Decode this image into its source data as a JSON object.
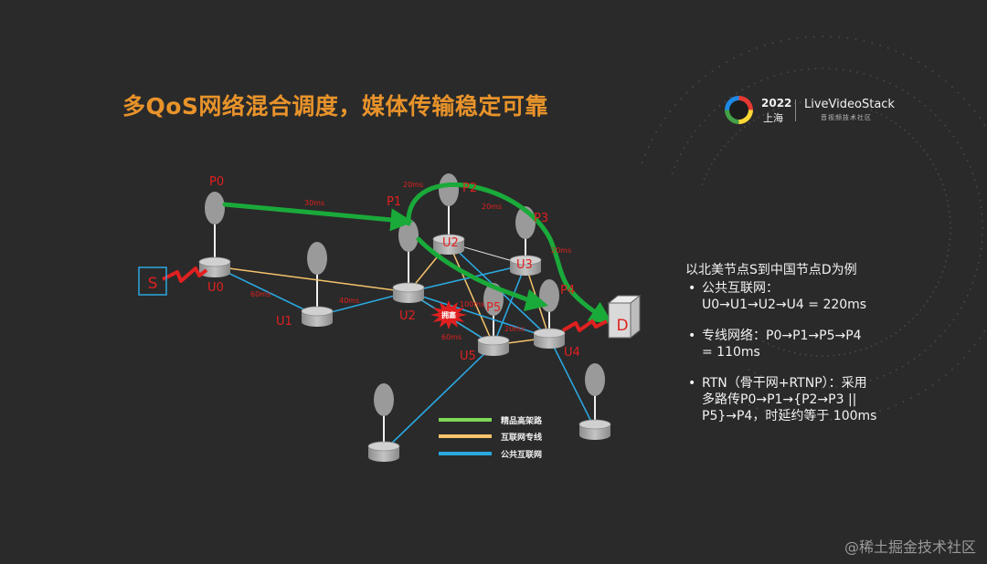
{
  "slide": {
    "title": "多QoS网络混合调度，媒体传输稳定可靠",
    "logo": {
      "year": "2022",
      "city": "上海",
      "brand": "LiveVideoStack",
      "tagline": "音视频技术社区"
    },
    "watermark": "@稀土掘金技术社区"
  },
  "colors": {
    "title": "#e8932a",
    "node_label": "#e02020",
    "premium_line": "#7ed957",
    "internet_private_line": "#f5c36b",
    "public_internet_line": "#2aa8e0",
    "route_arrow": "#1aaa3a",
    "congestion_burst": "#e02020"
  },
  "diagram": {
    "source_label": "S",
    "destination_label": "D",
    "congestion_label": "拥塞",
    "nodes": {
      "P0": "P0",
      "P1": "P1",
      "P2": "P2",
      "P3": "P3",
      "P4": "P4",
      "P5": "P5",
      "U0": "U0",
      "U1": "U1",
      "U2": "U2",
      "U3": "U3",
      "U4": "U4",
      "U5": "U5"
    },
    "latencies": {
      "p0_p1": "30ms",
      "p1_p2": "20ms",
      "p2_p3": "20ms",
      "p3_p4": "20ms",
      "u0_u1": "60ms",
      "u1_u2": "40ms",
      "u2_u5": "100ms",
      "u5_u4": "20ms",
      "u2_u5_lower": "60ms"
    },
    "legend": [
      {
        "label": "精品高架路",
        "color": "#7ed957"
      },
      {
        "label": "互联网专线",
        "color": "#f5c36b"
      },
      {
        "label": "公共互联网",
        "color": "#2aa8e0"
      }
    ]
  },
  "info": {
    "heading": "以北美节点S到中国节点D为例",
    "items": [
      {
        "lines": [
          "公共互联网：",
          "U0→U1→U2→U4 = 220ms"
        ]
      },
      {
        "lines": [
          "专线网络：P0→P1→P5→P4",
          "= 110ms"
        ]
      },
      {
        "lines": [
          "RTN（骨干网+RTNP）：采用",
          "多路传P0→P1→{P2→P3 ||",
          "P5}→P4，时延约等于 100ms"
        ]
      }
    ]
  }
}
